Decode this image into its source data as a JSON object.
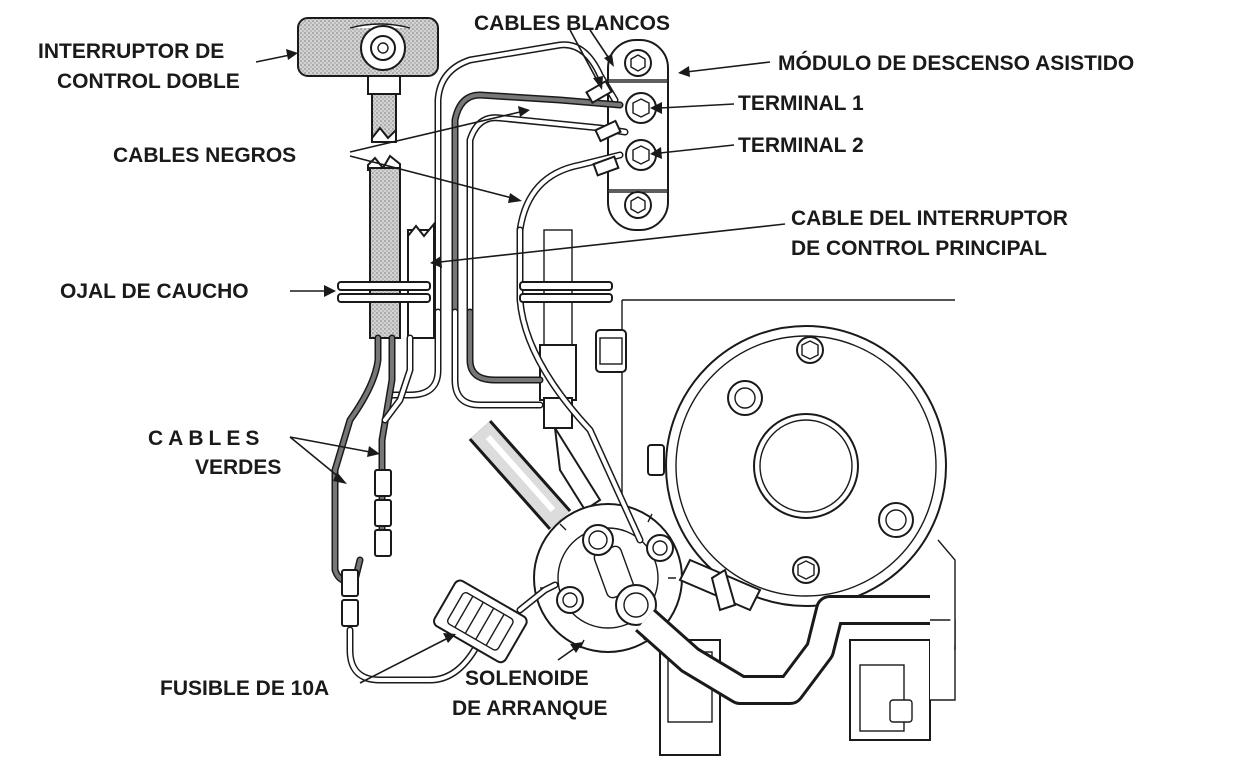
{
  "labels": {
    "interruptor_line1": "INTERRUPTOR DE",
    "interruptor_line2": "CONTROL DOBLE",
    "cables_blancos": "CABLES BLANCOS",
    "modulo": "MÓDULO DE DESCENSO ASISTIDO",
    "terminal_1": "TERMINAL 1",
    "terminal_2": "TERMINAL 2",
    "cables_negros": "CABLES NEGROS",
    "cable_interruptor_line1": "CABLE DEL INTERRUPTOR",
    "cable_interruptor_line2": "DE CONTROL PRINCIPAL",
    "ojal": "OJAL DE CAUCHO",
    "cables_verdes_line1": "CABLES",
    "cables_verdes_line2": "VERDES",
    "fusible": "FUSIBLE DE 10A",
    "solenoide_line1": "SOLENOIDE",
    "solenoide_line2": "DE ARRANQUE"
  }
}
